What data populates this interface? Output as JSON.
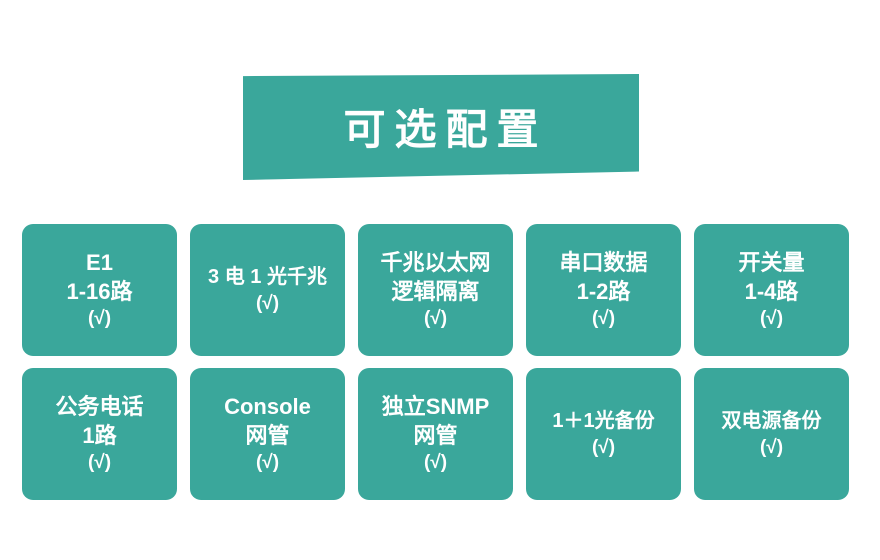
{
  "banner": {
    "title": "可选配置"
  },
  "colors": {
    "accent": "#3aa79b",
    "background": "#ffffff",
    "text_on_accent": "#ffffff"
  },
  "check_mark": "(√)",
  "cards": [
    [
      {
        "lines": [
          "E1",
          "1-16路"
        ],
        "check": "(√)",
        "size": "s22"
      },
      {
        "lines": [
          "3 电 1 光千兆"
        ],
        "check": "(√)",
        "size": "s20"
      },
      {
        "lines": [
          "千兆以太网",
          "逻辑隔离"
        ],
        "check": "(√)",
        "size": "s22"
      },
      {
        "lines": [
          "串口数据",
          "1-2路"
        ],
        "check": "(√)",
        "size": "s22"
      },
      {
        "lines": [
          "开关量",
          "1-4路"
        ],
        "check": "(√)",
        "size": "s22"
      }
    ],
    [
      {
        "lines": [
          "公务电话",
          "1路"
        ],
        "check": "(√)",
        "size": "s22"
      },
      {
        "lines": [
          "Console",
          "网管"
        ],
        "check": "(√)",
        "size": "s22"
      },
      {
        "lines": [
          "独立SNMP",
          "网管"
        ],
        "check": "(√)",
        "size": "s22"
      },
      {
        "lines": [
          "1＋1光备份"
        ],
        "check": "(√)",
        "size": "s20"
      },
      {
        "lines": [
          "双电源备份"
        ],
        "check": "(√)",
        "size": "s20"
      }
    ]
  ]
}
